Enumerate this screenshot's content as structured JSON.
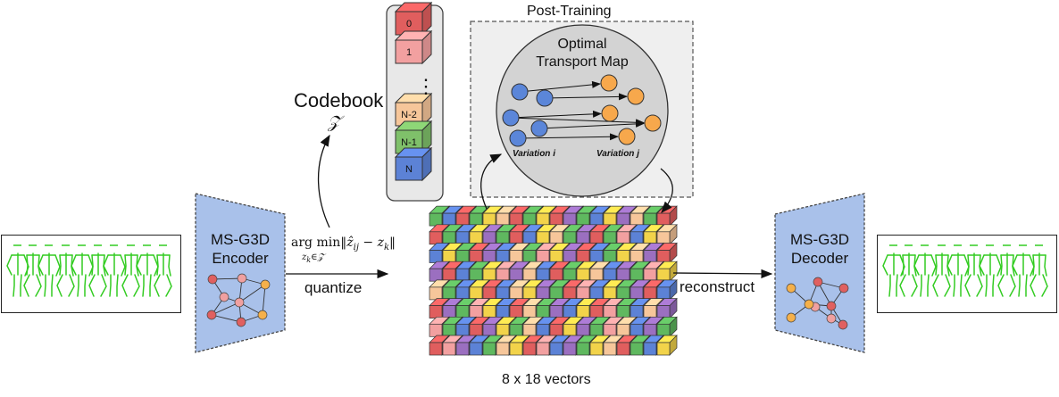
{
  "encoder": {
    "line1": "MS-G3D",
    "line2": "Encoder"
  },
  "decoder": {
    "line1": "MS-G3D",
    "line2": "Decoder"
  },
  "codebook": {
    "title": "Codebook",
    "symbol": "𝒵",
    "entries": [
      "0",
      "1",
      "N-2",
      "N-1",
      "N"
    ],
    "entry_colors": [
      "#e05e5e",
      "#f2a0a0",
      "#f6c69a",
      "#7fc06a",
      "#5c82d6"
    ],
    "ellipsis": "⋮"
  },
  "quantize": {
    "formula_argmin": "arg min",
    "formula_norm": "‖ẑ",
    "formula_norm_sub": "ij",
    "formula_minus": " − z",
    "formula_minus_sub": "k",
    "formula_close": "‖",
    "formula_under": "z",
    "formula_under_sub": "k",
    "formula_under_rest": "∈𝒵",
    "label": "quantize"
  },
  "reconstruct_label": "reconstruct",
  "post_training": {
    "title": "Post-Training",
    "map_title_line1": "Optimal",
    "map_title_line2": "Transport Map",
    "variation_i": "Variation i",
    "variation_j": "Variation j",
    "source_color": "#5b86d9",
    "target_color": "#f7a84c"
  },
  "grid": {
    "rows": 8,
    "cols": 18,
    "caption": "8 x 18 vectors",
    "palette": [
      "#e05e5e",
      "#5fb85f",
      "#5c82d6",
      "#f2d34a",
      "#9b6fc0",
      "#f6c69a",
      "#f2a0a0",
      "#48a8a0"
    ]
  },
  "colors": {
    "encoder_fill": "#a9c1ea",
    "skeleton_green": "#33cc22",
    "node_red": "#e06060",
    "node_orange": "#f5b04a",
    "node_pink": "#f0a0a0"
  }
}
